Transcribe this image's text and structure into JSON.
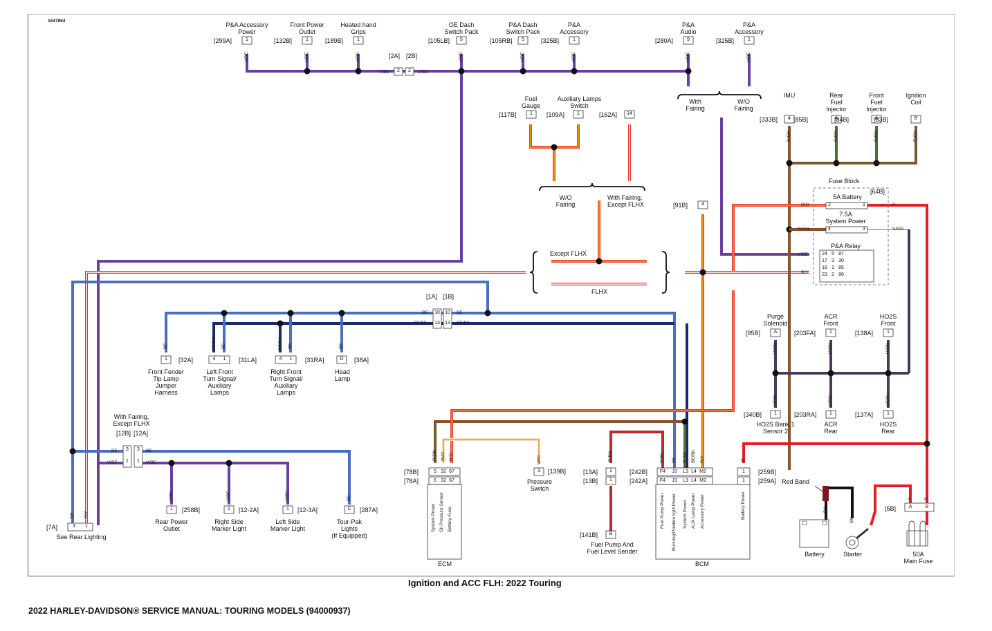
{
  "document": {
    "id": "1647894",
    "caption": "Ignition and ACC FLH: 2022 Touring",
    "footer": "2022 HARLEY-DAVIDSON® SERVICE MANUAL: TOURING MODELS (94000937)"
  },
  "wire_colors": {
    "V/BE": "#6a3fa0",
    "BE": "#4a6fc0",
    "BE/BK": "#1a2a6a",
    "R/Y": "#e8392a",
    "R/Y_stripe": "#f5b800",
    "R/GN": "#8a4a2a",
    "R/GN_stripe": "#2e8b3e",
    "R/O": "#e8392a",
    "R": "#e41e26",
    "R/BN": "#c0282a",
    "W/O": "#f08a2a",
    "V/GN": "#4a3a5a",
    "BK": "#111111",
    "splice": "#111111"
  },
  "components": {
    "pa_accessory_power": {
      "label": "P&A Accessory\nPower",
      "ref": "[299A]",
      "pin": "1",
      "wire": "V/BE"
    },
    "front_power_outlet": {
      "label": "Front Power\nOutlet",
      "ref": "[132B]",
      "pin": "1",
      "wire": "V/BE"
    },
    "heated_grips": {
      "label": "Heated hand\nGrips",
      "ref": "[189B]",
      "pin": "1",
      "wire": "V/BE"
    },
    "conn_2": {
      "ref_a": "[2A]",
      "ref_b": "[2B]",
      "pin": "2",
      "wire": "V/BE"
    },
    "oe_dash": {
      "label": "OE Dash\nSwitch Pack",
      "ref": "[105LB]",
      "pin": "5",
      "wire": "V/BE"
    },
    "pa_dash": {
      "label": "P&A Dash\nSwitch Pack",
      "ref": "[105RB]",
      "pin": "5",
      "wire": "V/BE"
    },
    "pa_accessory_1": {
      "label": "P&A\nAccessory",
      "ref": "[325B]",
      "pin": "1",
      "wire": "V/BE"
    },
    "pa_audio": {
      "label": "P&A\nAudio",
      "ref": "[280A]",
      "pin": "9",
      "wire": "V/BE"
    },
    "pa_accessory_2": {
      "label": "P&A\nAccessory",
      "ref": "[325B]",
      "pin": "1",
      "wire": "V/BE"
    },
    "with_fairing": "With\nFairing",
    "wo_fairing": "W/O\nFairing",
    "fuel_gauge": {
      "label": "Fuel\nGauge",
      "ref": "[117B]",
      "pin": "1",
      "wire": "R/Y"
    },
    "aux_lamps_switch": {
      "label": "Auxiliary Lamps\nSwitch",
      "ref": "[109A]",
      "pin": "1",
      "wire": "R/Y"
    },
    "conn_162a": {
      "ref": "[162A]",
      "pin": "14",
      "wire": "R/Y"
    },
    "wo_fairing_2": "W/O\nFairing",
    "with_fairing_except": "With Fairing,\nExcept FLHX",
    "except_flhx": "Except FLHX",
    "flhx": "FLHX",
    "conn_91b": {
      "ref": "[91B]",
      "pin": "4",
      "wire": "R/Y"
    },
    "imu": {
      "label": "IMU",
      "ref": "[333B]",
      "pin": "4",
      "wire": "R/GN"
    },
    "rear_fuel_injector": {
      "label": "Rear\nFuel\nInjector",
      "ref": "[85B]",
      "pin": "A",
      "wire": "R/GN"
    },
    "front_fuel_injector": {
      "label": "Front\nFuel\nInjector",
      "ref": "[84B]",
      "pin": "A",
      "wire": "R/GN"
    },
    "ignition_coil": {
      "label": "Ignition\nCoil",
      "ref": "[83B]",
      "pin": "B",
      "wire": "R/GN"
    },
    "fuse_block": {
      "title": "Fuse Block",
      "ref": "[64B]",
      "fuse_5a": {
        "label": "5A Battery",
        "pin_in": "2",
        "pin_out": "1",
        "wire_in": "R/O",
        "wire_out": "R"
      },
      "fuse_7_5a": {
        "label": "7.5A\nSystem Power",
        "pin_in": "4",
        "pin_out": "3",
        "wire_in": "R/GN",
        "wire_out": "V/GN"
      },
      "relay": {
        "label": "P&A Relay",
        "rows": [
          [
            "24",
            "5",
            "87"
          ],
          [
            "17",
            "3",
            "30"
          ],
          [
            "18",
            "1",
            "85"
          ],
          [
            "23",
            "2",
            "86"
          ]
        ],
        "wire_24": "V/BE",
        "wire_18": "R/Y"
      }
    },
    "conn_1": {
      "ref_a": "[1A]",
      "ref_b": "[1B]",
      "pins": [
        "10",
        "13"
      ],
      "wires": [
        "BE",
        "BE/BK"
      ]
    },
    "front_fender": {
      "label": "Front Fender\nTip Lamp\nJumper\nHarness",
      "ref": "[32A]",
      "pin": "1",
      "wire": "BE"
    },
    "left_front_turn": {
      "label": "Left Front\nTurn Signal/\nAuxiliary\nLamps",
      "ref": "[31LA]",
      "pins": [
        "4",
        "1"
      ],
      "wires": [
        "BE/BK",
        "BE"
      ]
    },
    "right_front_turn": {
      "label": "Right Front\nTurn Signal/\nAuxiliary\nLamps",
      "ref": "[31RA]",
      "pins": [
        "4",
        "1"
      ],
      "wires": [
        "BE/BK",
        "BE"
      ]
    },
    "head_lamp": {
      "label": "Head\nLamp",
      "ref": "[38A]",
      "pin": "D",
      "wire": "BE"
    },
    "purge_solenoid": {
      "label": "Purge\nSolenoid",
      "ref": "[95B]",
      "pin": "A",
      "wire": "V/GN"
    },
    "acr_front": {
      "label": "ACR\nFront",
      "ref": "[203FA]",
      "pin": "1",
      "wire": "V/GN"
    },
    "ho2s_front": {
      "label": "HO2S\nFront",
      "ref": "[138A]",
      "pin": "1",
      "wire": "V/GN"
    },
    "ho2s_bank1": {
      "label": "HO2S Bank 1\nSensor 2",
      "ref": "[340B]",
      "pin": "1",
      "wire": "V/GN"
    },
    "acr_rear": {
      "label": "ACR\nRear",
      "ref": "[203RA]",
      "pin": "1",
      "wire": "V/GN"
    },
    "ho2s_rear": {
      "label": "HO2S\nRear",
      "ref": "[137A]",
      "pin": "1",
      "wire": "V/GN"
    },
    "conn_12": {
      "title": "With Fairing,\nExcept FLHX",
      "ref_a": "[12B]",
      "ref_b": "[12A]",
      "pins": [
        "3",
        "1"
      ],
      "wires": [
        "BE",
        "V/BE"
      ]
    },
    "rear_lighting": {
      "label": "See Rear Lighting",
      "ref": "[7A]",
      "pins": [
        "3",
        "1"
      ],
      "wires": [
        "BE",
        "R/Y"
      ]
    },
    "rear_power_outlet": {
      "label": "Rear Power\nOutlet",
      "ref": "[258B]",
      "pin": "1",
      "wire": "V/BE"
    },
    "right_side_marker": {
      "label": "Right Side\nMarker Light",
      "ref": "[12-2A]",
      "pin": "1",
      "wire": "V/BE"
    },
    "left_side_marker": {
      "label": "Left Side\nMarker Light",
      "ref": "[12-3A]",
      "pin": "1",
      "wire": "V/BE"
    },
    "tour_pak": {
      "label": "Tour-Pak\nLights\n(If Equipped)",
      "ref": "[287A]",
      "pin": "C",
      "wire": "BE"
    },
    "ecm": {
      "label": "ECM",
      "ref_b": "[78B]",
      "ref_a": "[78A]",
      "pins": [
        "5",
        "32",
        "67"
      ],
      "wires": [
        "R/GN",
        "W/O",
        "R/O"
      ],
      "functions": [
        "System Power",
        "Oil Pressure Sensor",
        "Battery Fuse"
      ]
    },
    "pressure_switch": {
      "label": "Pressure\nSwitch",
      "ref": "[139B]",
      "pin": "3",
      "wire": "W/O"
    },
    "conn_13": {
      "ref_a": "[13A]",
      "ref_b": "[13B]",
      "pin": "1",
      "wire": "R/BN"
    },
    "fuel_pump": {
      "label": "Fuel Pump And\nFuel Level Sender",
      "ref": "[141B]",
      "pin": "B"
    },
    "bcm": {
      "label": "BCM",
      "ref_b": "[242B]",
      "ref_a": "[242A]",
      "pins": [
        "F4",
        "J3",
        "L3",
        "L4",
        "M2"
      ],
      "wires": [
        "R/BN",
        "BE",
        "R/GN",
        "BE/BK",
        "R/Y"
      ],
      "functions": [
        "Fuel Pump Power",
        "Running/Position light Power",
        "System Power",
        "AUX Lamp Power",
        "Accessory Power"
      ],
      "batt_ref_b": "[259B]",
      "batt_ref_a": "[259A]",
      "batt_pin": "1",
      "batt_wire": "R",
      "batt_function": "Battery Power"
    },
    "red_band": "Red Band",
    "battery": {
      "label": "Battery",
      "wire": "BK"
    },
    "starter": {
      "label": "Starter",
      "wire_bk": "BK",
      "wire_r": "R"
    },
    "main_fuse": {
      "label": "50A\nMain Fuse",
      "ref": "[5B]",
      "pins": [
        "A",
        "B"
      ],
      "wires": [
        "R",
        "R"
      ]
    }
  }
}
